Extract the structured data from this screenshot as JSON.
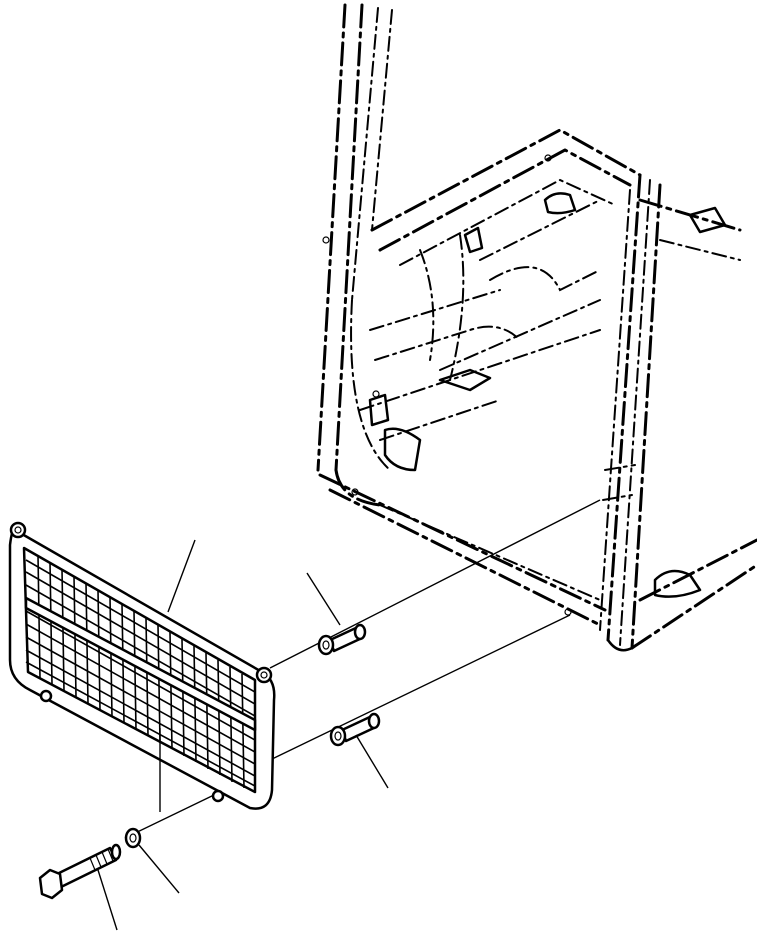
{
  "figure": {
    "style": "exploded parts diagram, black line art on white",
    "colors": {
      "line": "#000000",
      "background": "#ffffff"
    },
    "components": [
      "machine-frame",
      "mesh-guard-panel",
      "pin-upper",
      "pin-lower",
      "washer",
      "hex-bolt"
    ],
    "callouts": [
      "panel-leader",
      "pin-upper-leader",
      "pin-lower-leader",
      "washer-leader",
      "bolt-leader"
    ]
  }
}
